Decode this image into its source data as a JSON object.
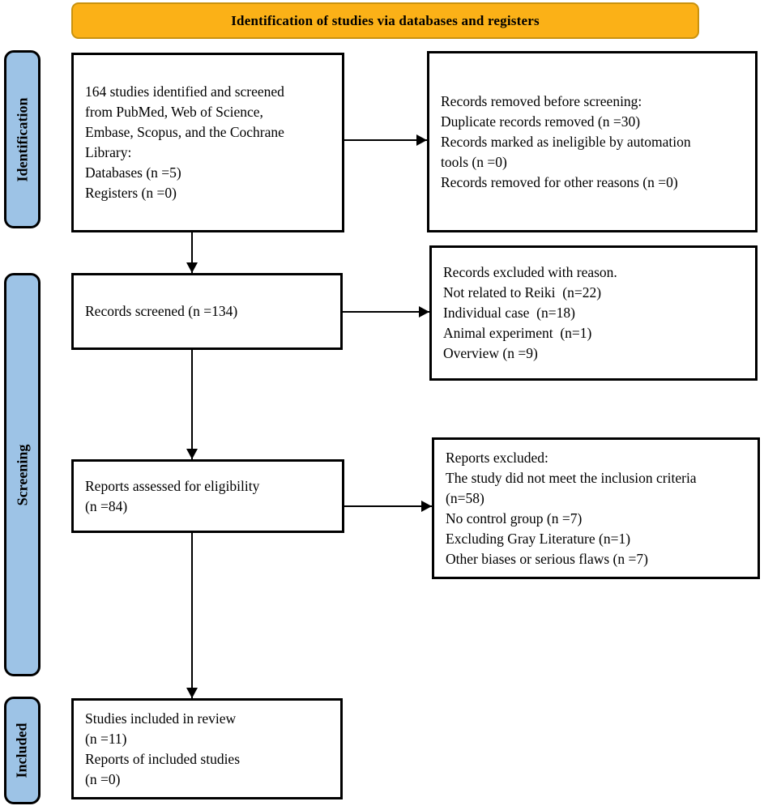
{
  "diagram": {
    "title": "Identification of studies via databases and registers",
    "stages": [
      {
        "id": "identification",
        "label": "Identification"
      },
      {
        "id": "screening",
        "label": "Screening"
      },
      {
        "id": "included",
        "label": "Included"
      }
    ],
    "boxes": {
      "identified": {
        "text": "164 studies identified and screened\nfrom PubMed, Web of Science,\nEmbase, Scopus, and the Cochrane\nLibrary:\nDatabases (n =5)\nRegisters (n =0)"
      },
      "records_removed": {
        "text": "Records removed before screening:\nDuplicate records removed (n =30)\nRecords marked as ineligible by automation\ntools (n =0)\nRecords removed for other reasons (n =0)"
      },
      "records_screened": {
        "text": "Records screened (n =134)"
      },
      "records_excluded": {
        "text": "Records excluded with reason.\nNot related to Reiki  (n=22)\nIndividual case  (n=18)\nAnimal experiment  (n=1)\nOverview (n =9)"
      },
      "reports_assessed": {
        "text": "Reports assessed for eligibility\n(n =84)"
      },
      "reports_excluded": {
        "text": "Reports excluded:\nThe study did not meet the inclusion criteria\n(n=58)\nNo control group (n =7)\nExcluding Gray Literature (n=1)\nOther biases or serious flaws (n =7)"
      },
      "studies_included": {
        "text": "Studies included in review\n(n =11)\nReports of included studies\n(n =0)"
      }
    },
    "counts": {
      "studies_identified": 164,
      "databases": 5,
      "registers": 0,
      "duplicates_removed": 30,
      "ineligible_by_automation": 0,
      "removed_other_reasons": 0,
      "records_screened": 134,
      "not_related_to_reiki": 22,
      "individual_case": 18,
      "animal_experiment": 1,
      "overview": 9,
      "reports_assessed": 84,
      "not_meeting_inclusion": 58,
      "no_control_group": 7,
      "excluding_gray_literature": 1,
      "other_biases_or_flaws": 7,
      "studies_included_in_review": 11,
      "reports_of_included_studies": 0
    }
  },
  "colors": {
    "banner_fill": "#FBB117",
    "banner_border": "#C9920E",
    "stage_fill": "#9DC3E6",
    "box_border": "#000000"
  }
}
